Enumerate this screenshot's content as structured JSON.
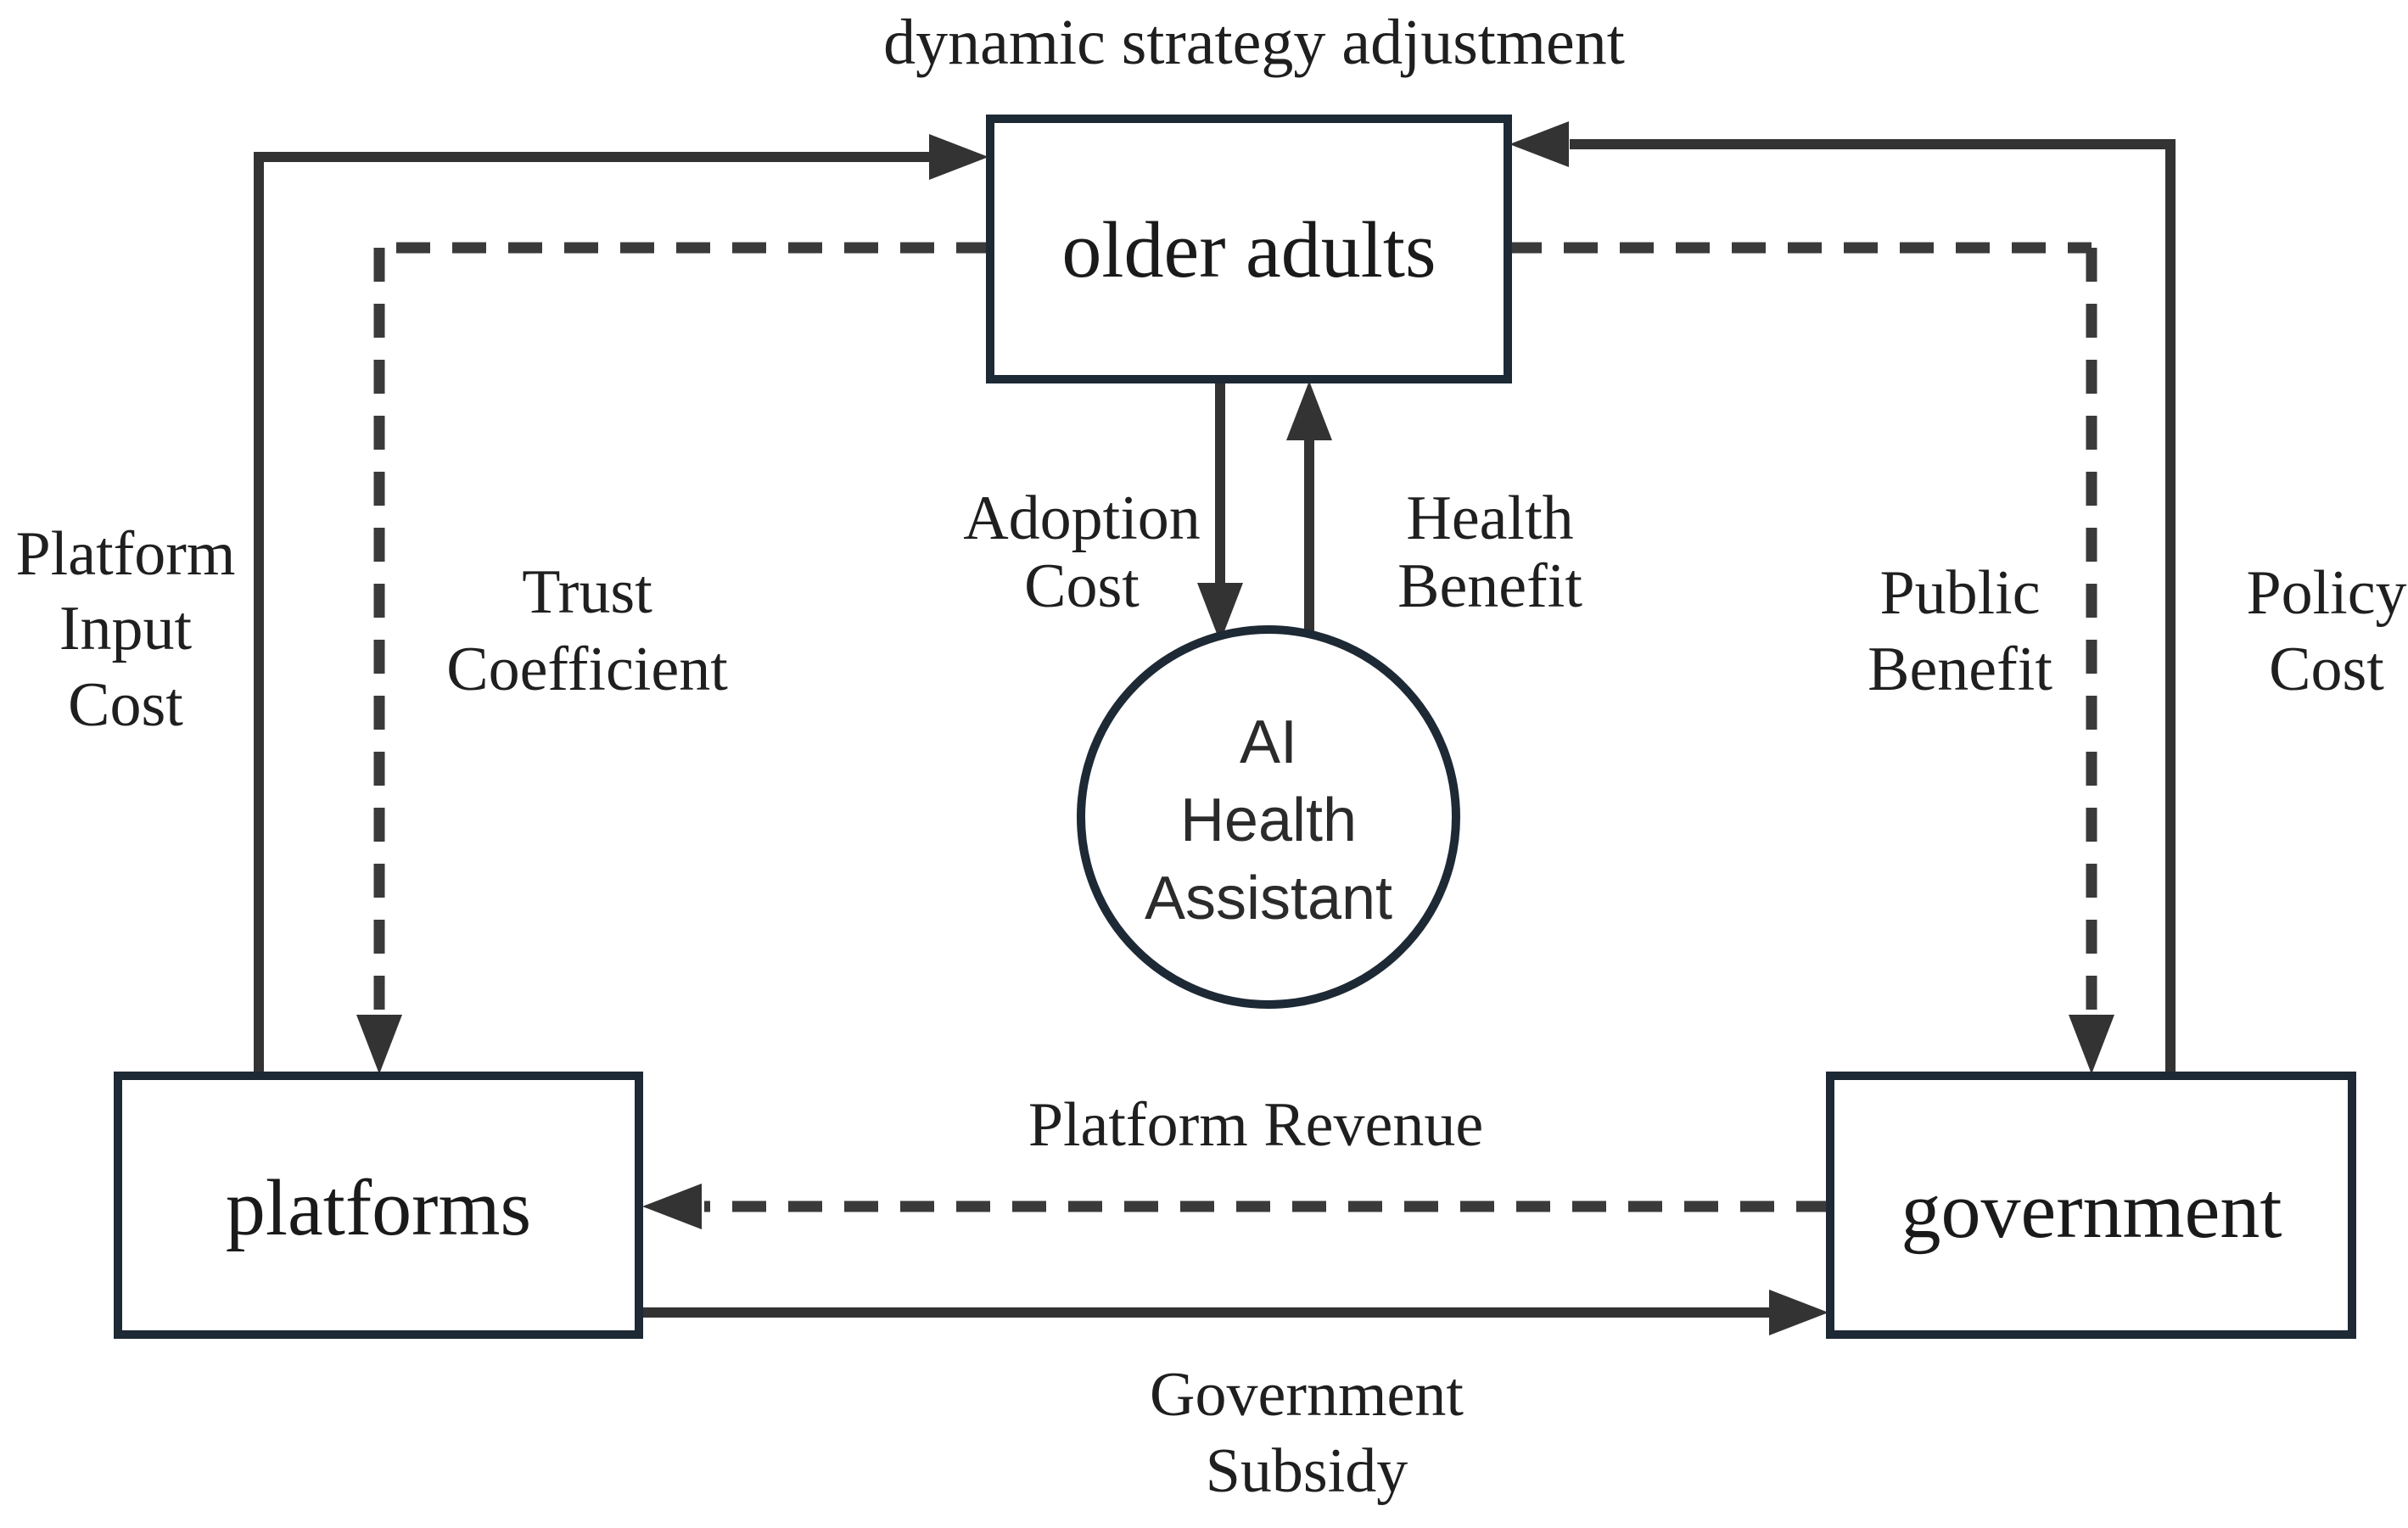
{
  "diagram": {
    "title": "dynamic strategy adjustment",
    "nodes": {
      "older_adults": {
        "label": "older adults"
      },
      "ai_health_assistant": {
        "line1": "AI",
        "line2": "Health",
        "line3": "Assistant"
      },
      "platforms": {
        "label": "platforms"
      },
      "government": {
        "label": "government"
      }
    },
    "edge_labels": {
      "platform_input_cost": {
        "line1": "Platform",
        "line2": "Input",
        "line3": "Cost"
      },
      "trust_coefficient": {
        "line1": "Trust",
        "line2": "Coefficient"
      },
      "adoption_cost": {
        "line1": "Adoption",
        "line2": "Cost"
      },
      "health_benefit": {
        "line1": "Health",
        "line2": "Benefit"
      },
      "public_benefit": {
        "line1": "Public",
        "line2": "Benefit"
      },
      "policy_cost": {
        "line1": "Policy",
        "line2": "Cost"
      },
      "platform_revenue": {
        "label": "Platform Revenue"
      },
      "government_subsidy": {
        "line1": "Government",
        "line2": "Subsidy"
      }
    },
    "colors": {
      "background": "#ffffff",
      "node_border": "#1d2935",
      "arrow_line": "#333333",
      "dashed_line": "#3a3a3a",
      "text": "#1f1f1f"
    }
  }
}
